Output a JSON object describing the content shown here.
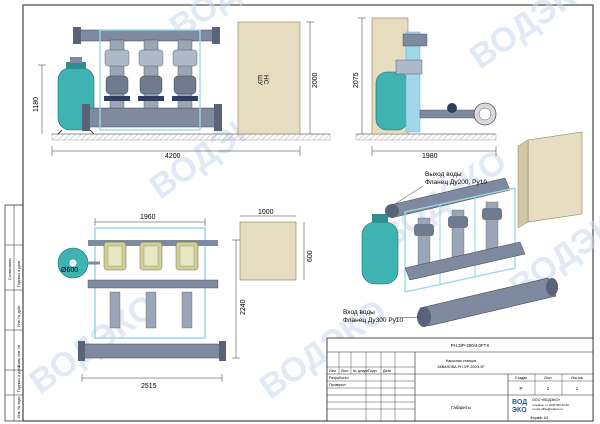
{
  "dimensions": {
    "front_width": "4200",
    "front_height_left": "1180",
    "cabinet_height": "2000",
    "side_height": "2075",
    "side_width": "1980",
    "plan_top_width": "1960",
    "plan_bottom_width": "2515",
    "plan_height": "2240",
    "cabinet_plan_width": "1000",
    "cabinet_plan_depth": "600",
    "tank_diameter": "Ø600"
  },
  "cabinet_label": [
    "ШУ",
    "НС"
  ],
  "callouts": {
    "outlet": [
      "Выход воды",
      "Фланец Ду200, Ру10"
    ],
    "inlet": [
      "Вход воды",
      "Фланец Ду300 Ру10"
    ]
  },
  "title_block": {
    "code": "РН.З/Р-200/4.0FТХ",
    "name_lines": [
      "Насосная станция",
      "АКВАНОВА РН.З/Р-200/4.0F"
    ],
    "sheet_name": "Габариты",
    "col_headers": [
      "Изм",
      "Лист",
      "№ докум.",
      "Подп.",
      "Дата"
    ],
    "roles": [
      "Разработал",
      "Проверил"
    ],
    "meta_headers": [
      "Стадия",
      "Лист",
      "Листов"
    ],
    "meta_values": [
      "Р",
      "1",
      "1"
    ],
    "company": "ООО «ВОДЭКО»",
    "company_lines": [
      "телефон: +7 (000) 000-00-00",
      "e-mail: office@vodeco.ru"
    ],
    "logo": [
      "ВОД",
      "ЭКО"
    ],
    "format": "Формат А3"
  },
  "left_strip": [
    "Согласовано",
    "Инв. № подл.",
    "Подпись и дата",
    "Взам. инв. №",
    "Инв. № дубл.",
    "Подпись и дата"
  ],
  "watermark": "ВОДЭКО",
  "colors": {
    "tank": "#3fb3b1",
    "pipe": "#7e8aa0",
    "frame": "#9fd8e8",
    "cabinet": "#e6dcbf",
    "ground": "#c8bfa4",
    "pump": "#cfcf9a"
  }
}
